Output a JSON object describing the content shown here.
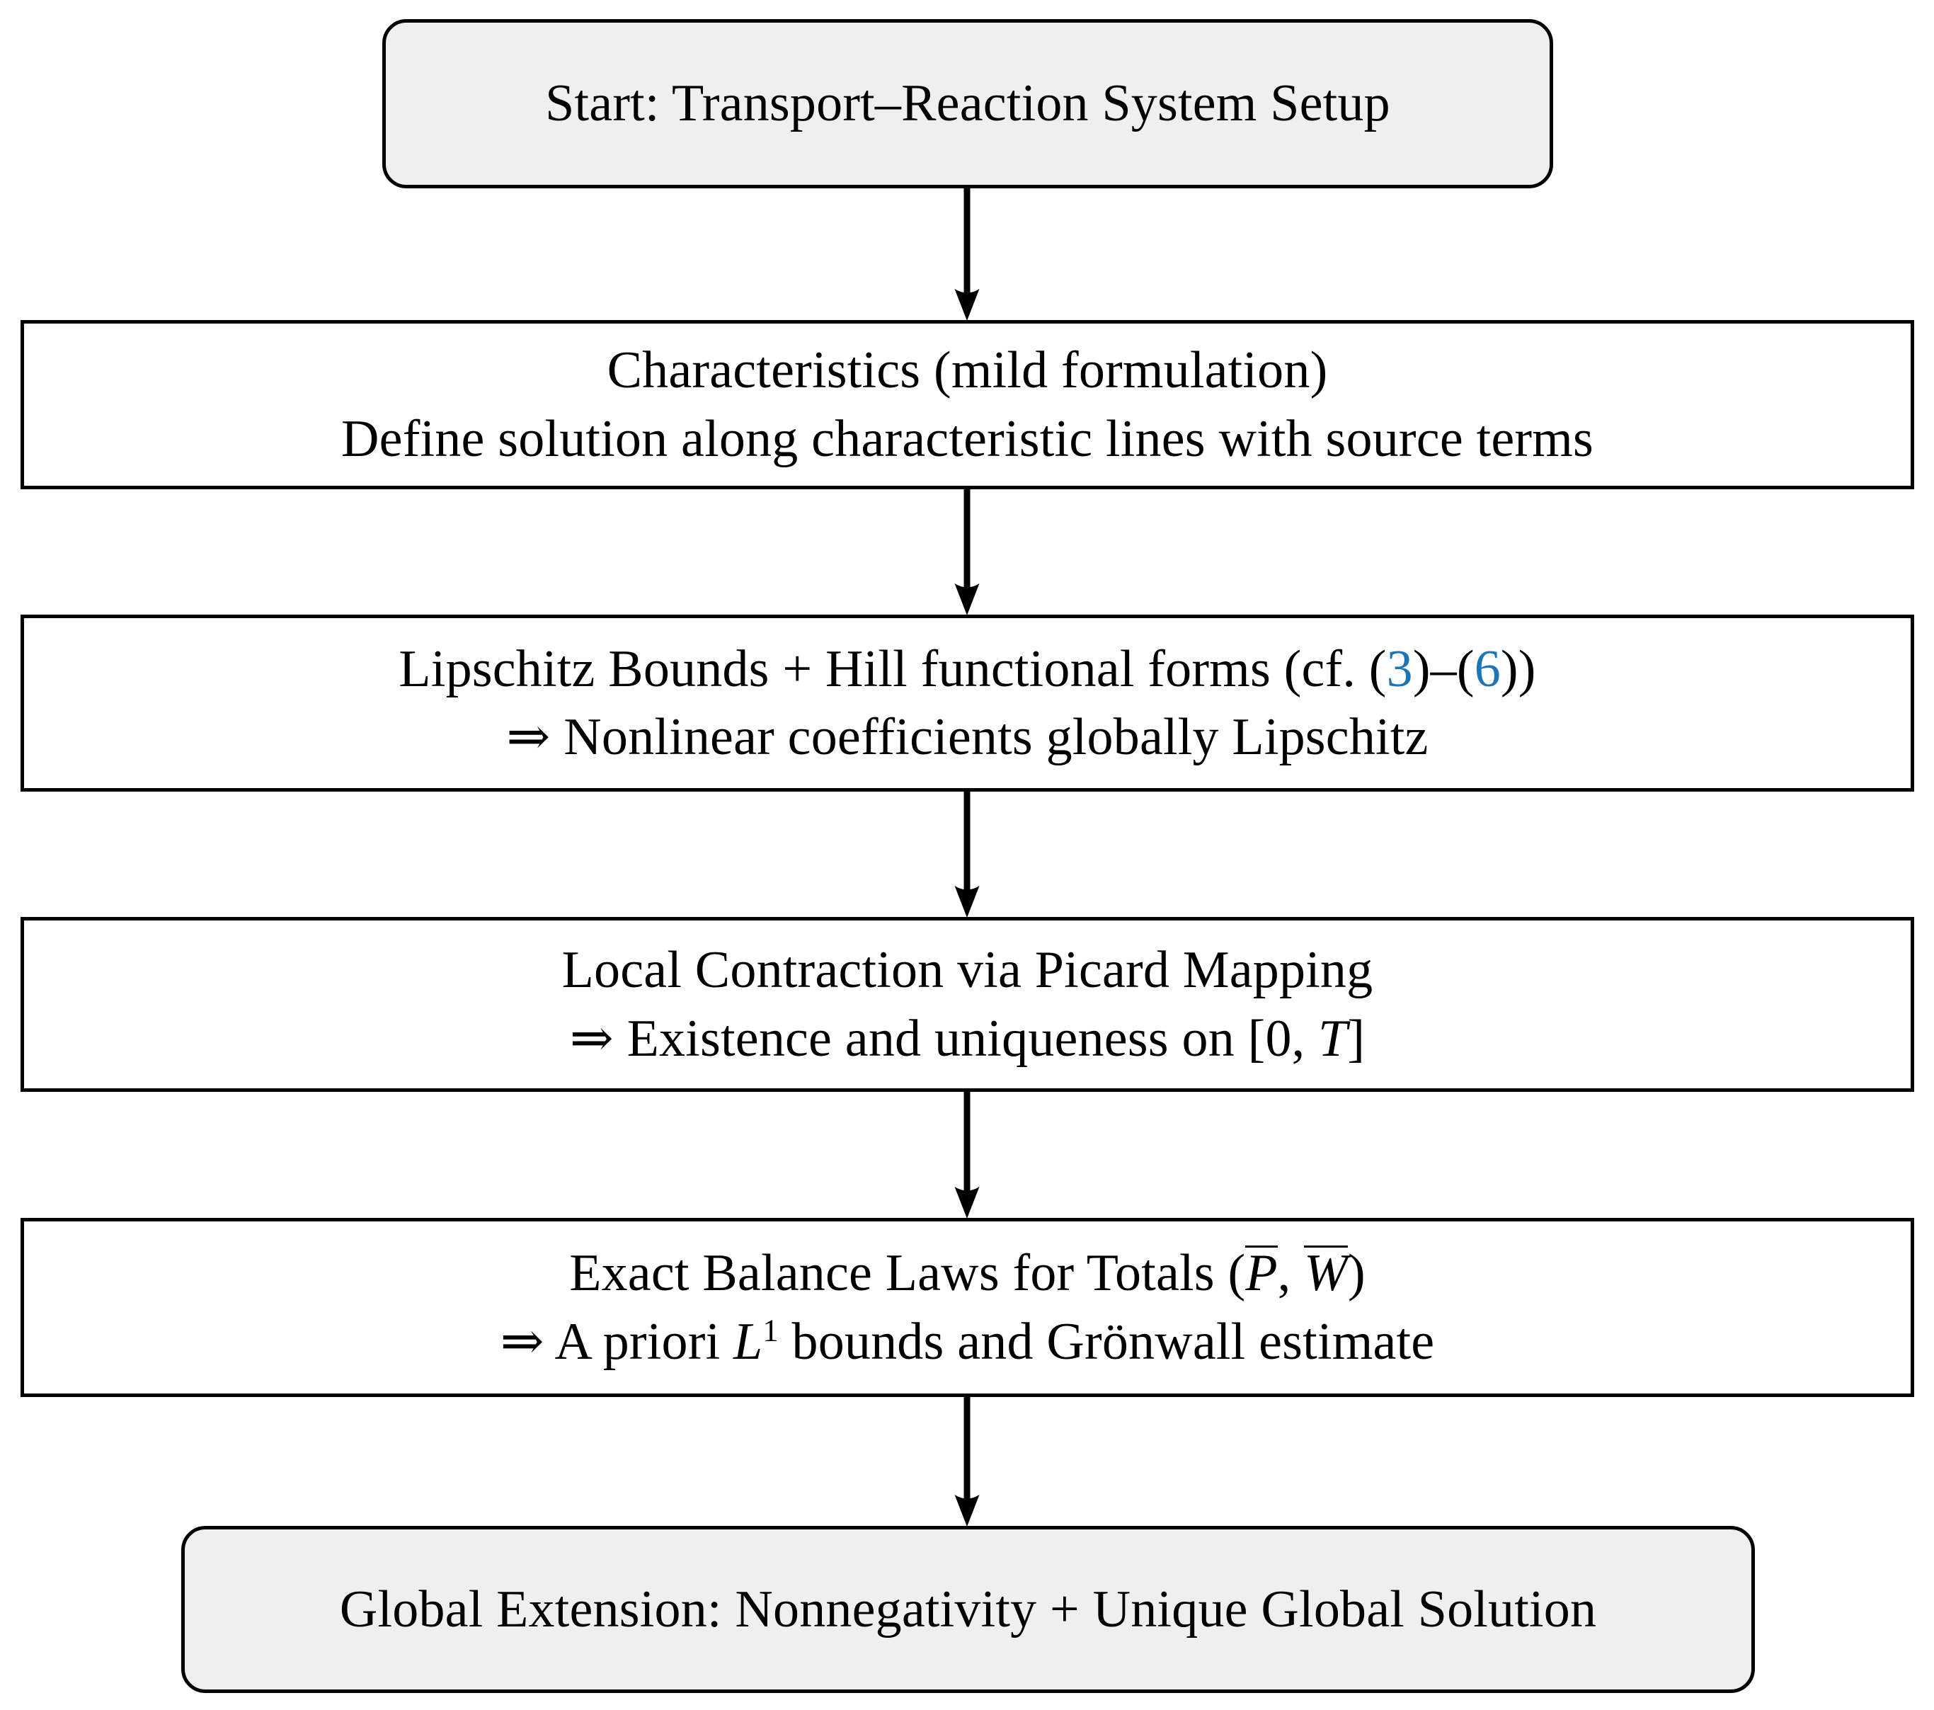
{
  "diagram": {
    "title": "Transport-Reaction System Well-Posedness Proof Flowchart",
    "type": "flowchart",
    "orientation": "top-to-bottom",
    "colors": {
      "terminal_fill": "#efefef",
      "process_fill": "#ffffff",
      "border": "#000000",
      "citation_link": "#1a76b5",
      "text": "#000000"
    },
    "nodes": [
      {
        "id": "start",
        "shape": "rounded-rectangle",
        "fill": "#efefef",
        "lines": [
          "Start: Transport–Reaction System Setup"
        ]
      },
      {
        "id": "characteristics",
        "shape": "rectangle",
        "fill": "#ffffff",
        "lines": [
          "Characteristics (mild formulation)",
          "Define solution along characteristic lines with source terms"
        ]
      },
      {
        "id": "lipschitz",
        "shape": "rectangle",
        "fill": "#ffffff",
        "lines": [
          "Lipschitz Bounds + Hill functional forms (cf. (3)–(6))",
          "⇒ Nonlinear coefficients globally Lipschitz"
        ],
        "citations": [
          "3",
          "6"
        ]
      },
      {
        "id": "picard",
        "shape": "rectangle",
        "fill": "#ffffff",
        "lines": [
          "Local Contraction via Picard Mapping",
          "⇒ Existence and uniqueness on [0, T]"
        ]
      },
      {
        "id": "balance",
        "shape": "rectangle",
        "fill": "#ffffff",
        "lines": [
          "Exact Balance Laws for Totals (P̄, W̄)",
          "⇒ A priori L¹ bounds and Grönwall estimate"
        ]
      },
      {
        "id": "global",
        "shape": "rounded-rectangle",
        "fill": "#efefef",
        "lines": [
          "Global Extension: Nonnegativity + Unique Global Solution"
        ]
      }
    ],
    "edges": [
      {
        "from": "start",
        "to": "characteristics",
        "style": "solid-arrow"
      },
      {
        "from": "characteristics",
        "to": "lipschitz",
        "style": "solid-arrow"
      },
      {
        "from": "lipschitz",
        "to": "picard",
        "style": "solid-arrow"
      },
      {
        "from": "picard",
        "to": "balance",
        "style": "solid-arrow"
      },
      {
        "from": "balance",
        "to": "global",
        "style": "solid-arrow"
      }
    ]
  },
  "text": {
    "start_line1": "Start: Transport–Reaction System Setup",
    "char_line1": "Characteristics (mild formulation)",
    "char_line2": "Define solution along characteristic lines with source terms",
    "lip_line1_a": "Lipschitz Bounds + Hill functional forms (cf. (",
    "lip_cite1": "3",
    "lip_line1_b": ")–(",
    "lip_cite2": "6",
    "lip_line1_c": "))",
    "lip_line2": "⇒ Nonlinear coefficients globally Lipschitz",
    "picard_line1": "Local Contraction via Picard Mapping",
    "picard_line2_a": "⇒ Existence and uniqueness on [0, ",
    "picard_line2_var": "T",
    "picard_line2_b": "]",
    "balance_line1_a": "Exact Balance Laws for Totals (",
    "balance_line1_p": "P",
    "balance_line1_sep": ", ",
    "balance_line1_w": "W",
    "balance_line1_b": ")",
    "balance_line2_a": "⇒ A priori ",
    "balance_line2_L": "L",
    "balance_line2_exp": "1",
    "balance_line2_b": " bounds and Grönwall estimate",
    "global_line1": "Global Extension: Nonnegativity + Unique Global Solution"
  }
}
